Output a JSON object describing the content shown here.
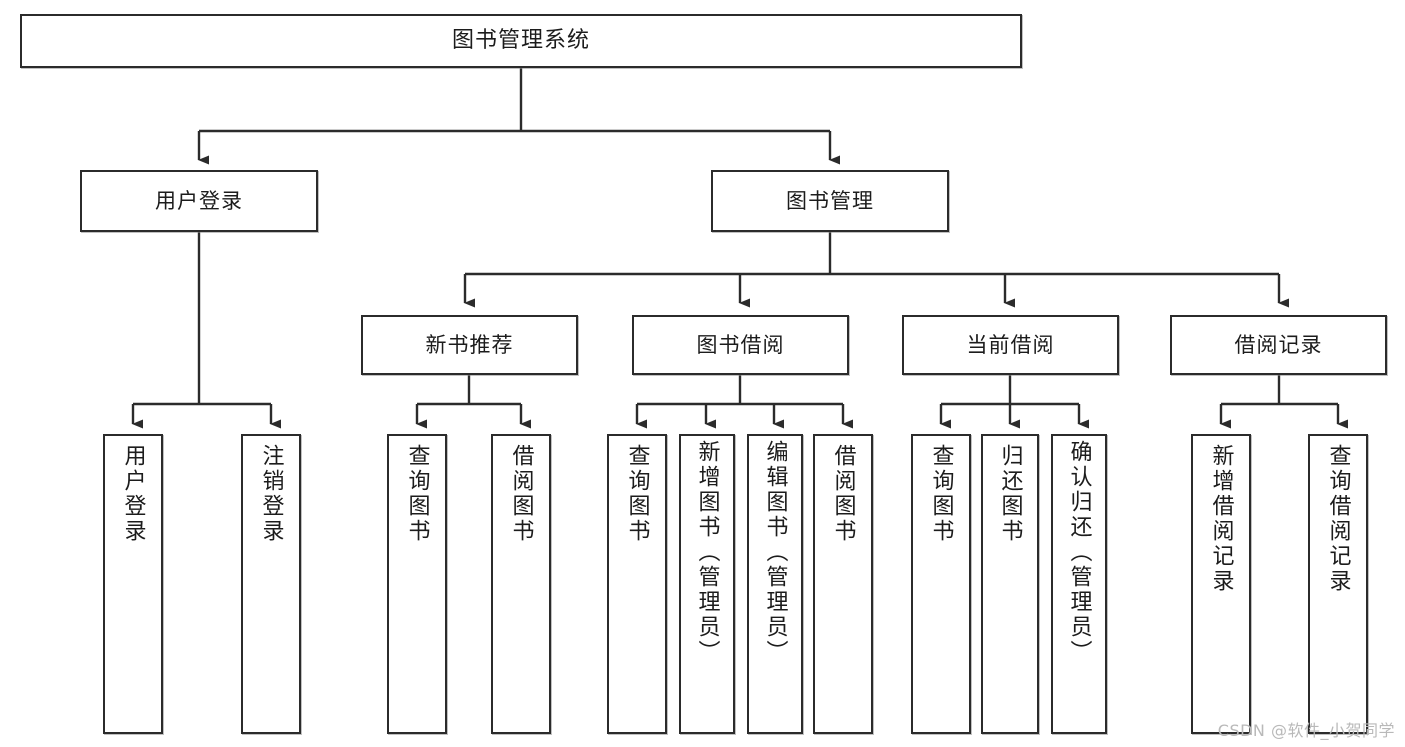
{
  "diagram": {
    "title": "图书管理系统",
    "type": "tree-hierarchy",
    "colors": {
      "box_border": "#2b2b2b",
      "box_fill": "#ffffff",
      "connector": "#2b2b2b",
      "background": "#ffffff",
      "watermark": "#b9b9b9"
    },
    "root": {
      "label": "图书管理系统"
    },
    "level2": [
      {
        "label": "用户登录"
      },
      {
        "label": "图书管理"
      }
    ],
    "level3": [
      {
        "label": "新书推荐"
      },
      {
        "label": "图书借阅"
      },
      {
        "label": "当前借阅"
      },
      {
        "label": "借阅记录"
      }
    ],
    "leaves": {
      "user_login": [
        {
          "label": "用户登录"
        },
        {
          "label": "注销登录"
        }
      ],
      "new_book_recommend": [
        {
          "label": "查询图书"
        },
        {
          "label": "借阅图书"
        }
      ],
      "book_borrow": [
        {
          "label": "查询图书"
        },
        {
          "label": "新增图书（管理员）"
        },
        {
          "label": "编辑图书（管理员）"
        },
        {
          "label": "借阅图书"
        }
      ],
      "current_borrow": [
        {
          "label": "查询图书"
        },
        {
          "label": "归还图书"
        },
        {
          "label": "确认归还（管理员）"
        }
      ],
      "borrow_record": [
        {
          "label": "新增借阅记录"
        },
        {
          "label": "查询借阅记录"
        }
      ]
    }
  },
  "watermark": {
    "text": "CSDN @软件_小贺同学"
  }
}
